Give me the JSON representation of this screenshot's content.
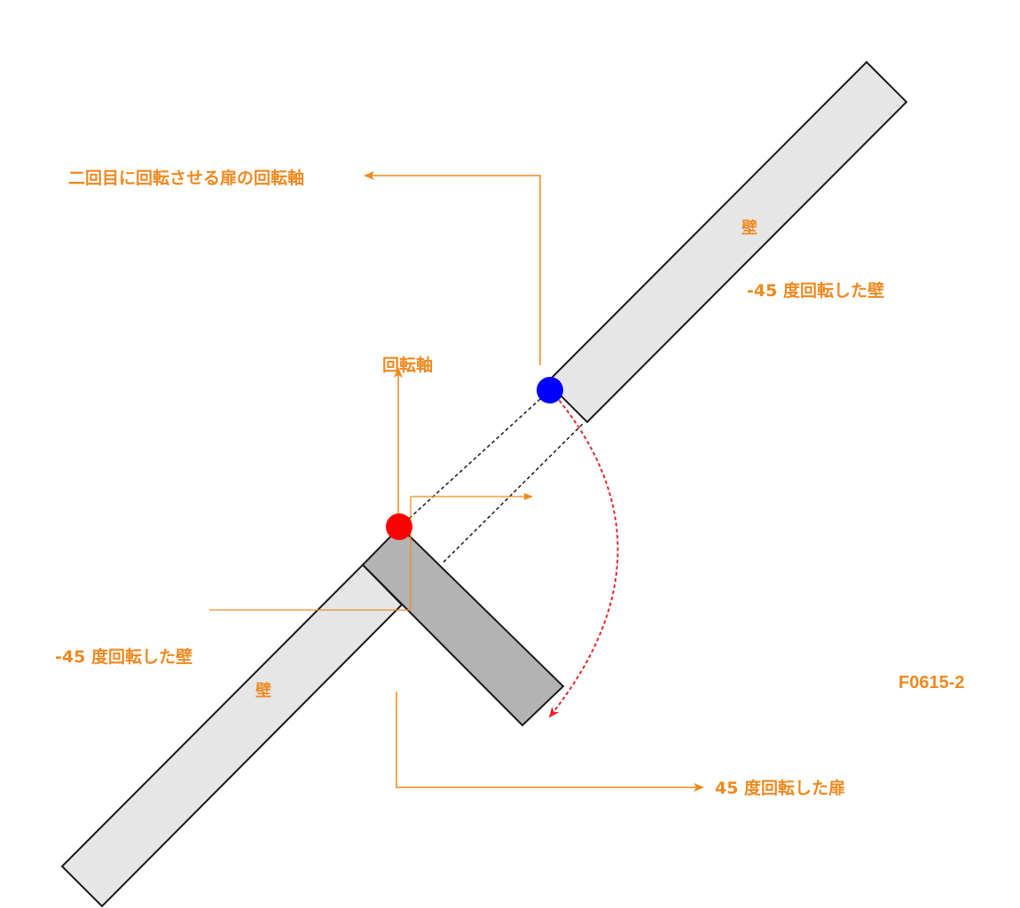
{
  "colors": {
    "orange": "#f0891f",
    "wall_fill": "#e6e6e6",
    "door_fill": "#b3b3b3",
    "outline": "#1a1a1a",
    "red_point": "#ff0000",
    "blue_point": "#0000ff",
    "red_arc": "#e8262b"
  },
  "labels": {
    "second_axis": "二回目に回転させる扉の回転軸",
    "wall_upper": "壁",
    "wall_upper_rotated": "-45 度回転した壁",
    "axis": "回転軸",
    "wall_lower_rotated": "-45 度回転した壁",
    "wall_lower": "壁",
    "door_rotated": "45 度回転した扉",
    "figure_code": "F0615-2"
  },
  "points": [
    {
      "name": "rotation-axis-point",
      "color": "red"
    },
    {
      "name": "second-rotation-axis-point",
      "color": "blue"
    }
  ]
}
